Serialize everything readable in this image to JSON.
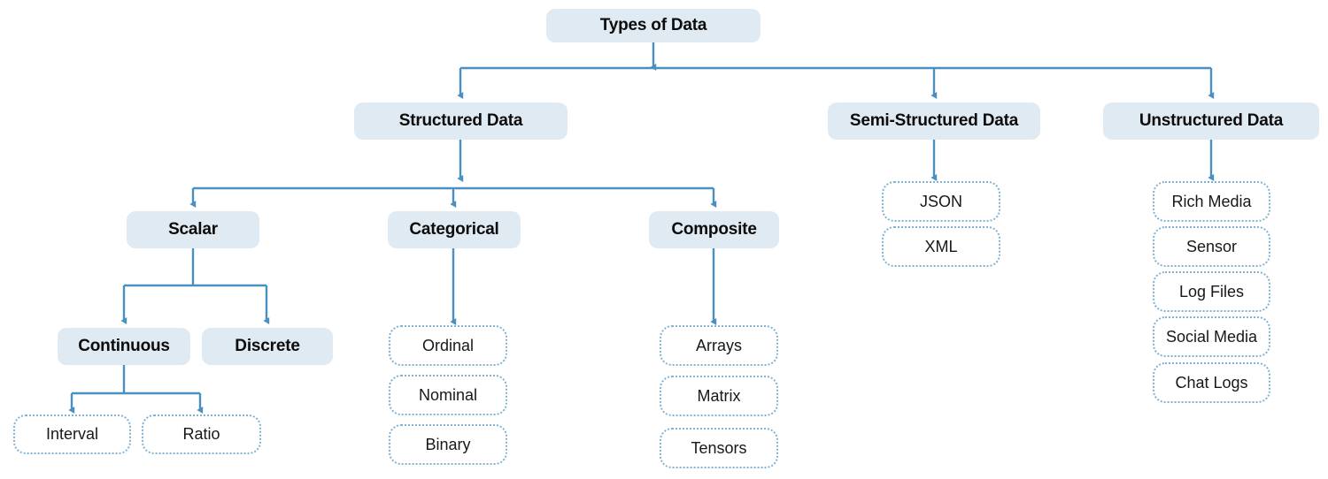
{
  "diagram": {
    "title": "Types of Data",
    "colors": {
      "node_fill": "#dfeaf2",
      "leaf_border": "#7fb2d4",
      "connector": "#4a90bf",
      "text": "#0c0c0c",
      "background": "#ffffff"
    },
    "root": {
      "label": "Types of Data"
    },
    "branches": [
      {
        "label": "Structured Data",
        "children": [
          {
            "label": "Scalar",
            "children": [
              {
                "label": "Continuous",
                "leaves": [
                  "Interval",
                  "Ratio"
                ]
              },
              {
                "label": "Discrete",
                "leaves": []
              }
            ]
          },
          {
            "label": "Categorical",
            "leaves": [
              "Ordinal",
              "Nominal",
              "Binary"
            ]
          },
          {
            "label": "Composite",
            "leaves": [
              "Arrays",
              "Matrix",
              "Tensors"
            ]
          }
        ]
      },
      {
        "label": "Semi-Structured Data",
        "leaves": [
          "JSON",
          "XML"
        ]
      },
      {
        "label": "Unstructured Data",
        "leaves": [
          "Rich Media",
          "Sensor",
          "Log Files",
          "Social Media",
          "Chat Logs"
        ]
      }
    ]
  },
  "nodes": {
    "root": "Types of Data",
    "structured": "Structured Data",
    "semi_structured": "Semi-Structured Data",
    "unstructured": "Unstructured Data",
    "scalar": "Scalar",
    "categorical": "Categorical",
    "composite": "Composite",
    "continuous": "Continuous",
    "discrete": "Discrete",
    "interval": "Interval",
    "ratio": "Ratio",
    "ordinal": "Ordinal",
    "nominal": "Nominal",
    "binary": "Binary",
    "arrays": "Arrays",
    "matrix": "Matrix",
    "tensors": "Tensors",
    "json": "JSON",
    "xml": "XML",
    "rich_media": "Rich Media",
    "sensor": "Sensor",
    "log_files": "Log Files",
    "social_media": "Social Media",
    "chat_logs": "Chat Logs"
  }
}
